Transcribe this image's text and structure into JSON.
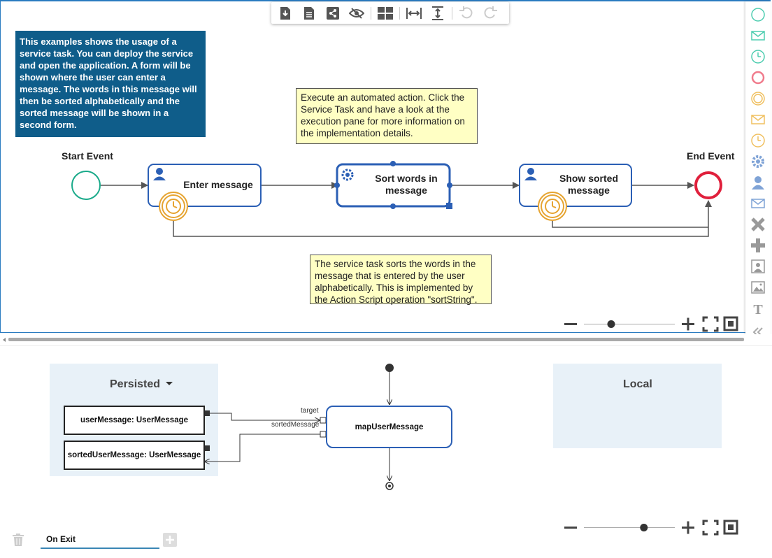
{
  "toolbar": {
    "buttons": [
      "download-icon",
      "document-icon",
      "share-icon",
      "hide-icon",
      "layout-icon",
      "fit-width-icon",
      "fit-height-icon",
      "undo-icon",
      "redo-icon"
    ]
  },
  "diagram": {
    "info_text": "This examples shows the usage of a service task. You can deploy the service and open the application. A form will be shown where the user can enter a message. The words in this message will then be sorted alphabetically and the sorted message will be shown in a second form.",
    "note_top": "Execute an automated action. Click the Service Task and have a look at the execution pane for more information on the implementation details.",
    "note_bottom": "The service task sorts the words in the message that is entered by the user alphabetically. This is implemented by the Action Script operation \"sortString\".",
    "start_event_label": "Start Event",
    "end_event_label": "End Event",
    "task1_label": "Enter message",
    "task2_label": "Sort words in message",
    "task3_label": "Show sorted message",
    "zoom_level": 0.3
  },
  "palette": {
    "items": [
      "start-event-icon",
      "message-start-icon",
      "timer-start-icon",
      "end-event-icon",
      "intermediate-event-icon",
      "message-intermediate-icon",
      "timer-intermediate-icon",
      "service-task-icon",
      "user-task-icon",
      "message-task-icon",
      "exclusive-gateway-icon",
      "parallel-gateway-icon",
      "subprocess-icon",
      "image-icon",
      "text-icon",
      "collapse-icon"
    ]
  },
  "mapping": {
    "persisted_title": "Persisted",
    "local_title": "Local",
    "var1": "userMessage: UserMessage",
    "var2": "sortedUserMessage: UserMessage",
    "operation": "mapUserMessage",
    "port_target": "target",
    "port_sorted": "sortedMessage",
    "zoom_level": 0.66
  },
  "bottom_tab": {
    "label": "On Exit"
  },
  "colors": {
    "accent": "#2b5fb5",
    "info_bg": "#0f5d8a",
    "note_bg": "#ffffc4",
    "start_event": "#1aaa8a",
    "end_event": "#e0203c",
    "timer": "#e6a431",
    "group_bg": "#e8f1f8"
  }
}
